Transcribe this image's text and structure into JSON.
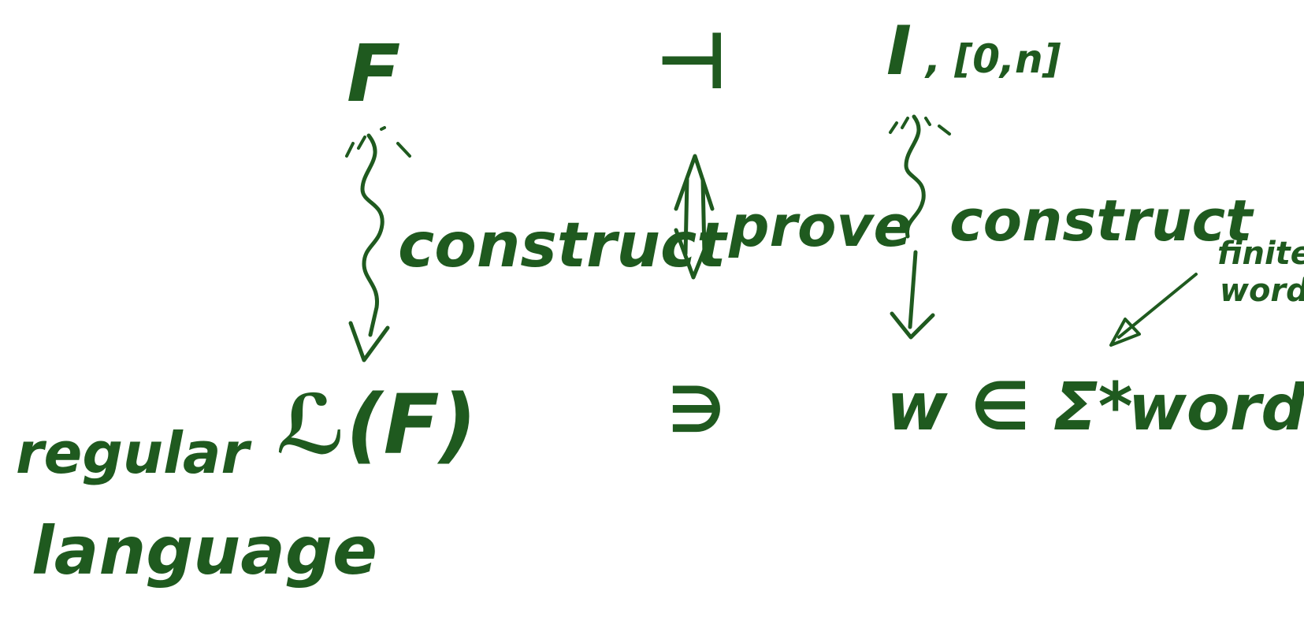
{
  "ink_color": "#1f5a1f",
  "background_color": "#ffffff",
  "row_top": {
    "formula": "F",
    "relation": "⊣",
    "interpretation": "I",
    "interval": ", [0,n]"
  },
  "arrows": {
    "left_label": "construct",
    "middle_label": "prove",
    "right_label": "construct"
  },
  "row_bottom": {
    "language": "ℒ(F)",
    "relation": "∋",
    "word_expr": "w ∈ Σ*",
    "word_label": "word"
  },
  "annotations": {
    "finite_words_line1": "finite",
    "finite_words_line2": "words",
    "regular_line1": "regular",
    "regular_line2": "language"
  }
}
